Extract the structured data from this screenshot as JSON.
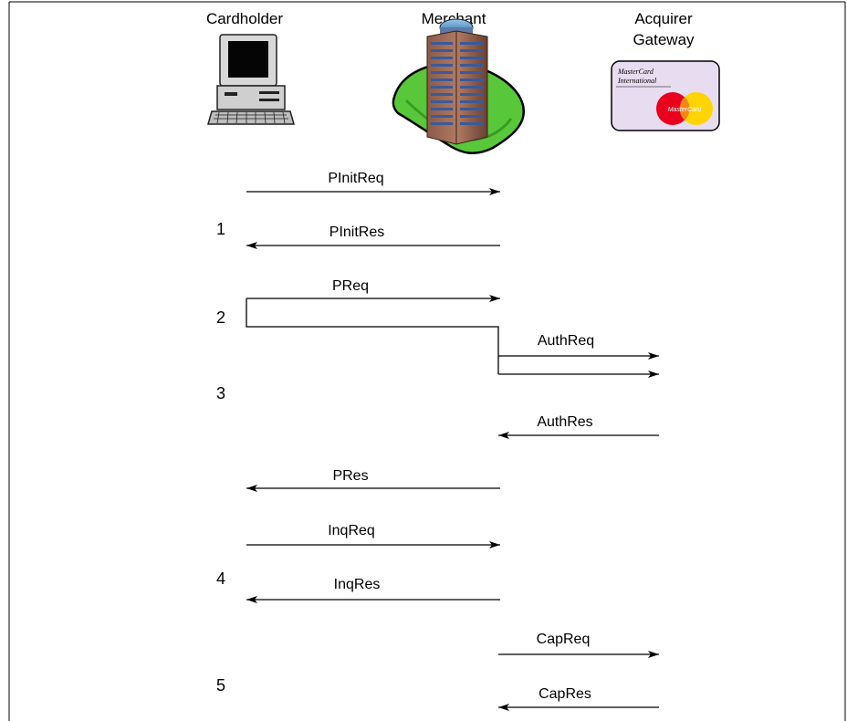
{
  "participants": {
    "cardholder": "Cardholder",
    "merchant": "Merchant",
    "acquirer_line1": "Acquirer",
    "acquirer_line2": "Gateway"
  },
  "card": {
    "line1": "MasterCard",
    "line2": "International",
    "logo": "MasterCard",
    "colors": {
      "left_circle": "#e8001c",
      "right_circle": "#ffd400",
      "card_bg": "#e8dcf0"
    }
  },
  "messages": [
    {
      "label": "PInitReq",
      "direction": "cardholder-to-merchant"
    },
    {
      "label": "PInitRes",
      "direction": "merchant-to-cardholder"
    },
    {
      "label": "PReq",
      "direction": "cardholder-to-merchant"
    },
    {
      "label": "AuthReq",
      "direction": "merchant-to-gateway"
    },
    {
      "label": "AuthRes",
      "direction": "gateway-to-merchant"
    },
    {
      "label": "PRes",
      "direction": "merchant-to-cardholder"
    },
    {
      "label": "InqReq",
      "direction": "cardholder-to-merchant"
    },
    {
      "label": "InqRes",
      "direction": "merchant-to-cardholder"
    },
    {
      "label": "CapReq",
      "direction": "merchant-to-gateway"
    },
    {
      "label": "CapRes",
      "direction": "gateway-to-merchant"
    }
  ],
  "steps": [
    "1",
    "2",
    "3",
    "4",
    "5"
  ],
  "icons": {
    "cardholder": "desktop-computer-icon",
    "merchant": "office-building-icon",
    "gateway": "mastercard-card-icon"
  }
}
